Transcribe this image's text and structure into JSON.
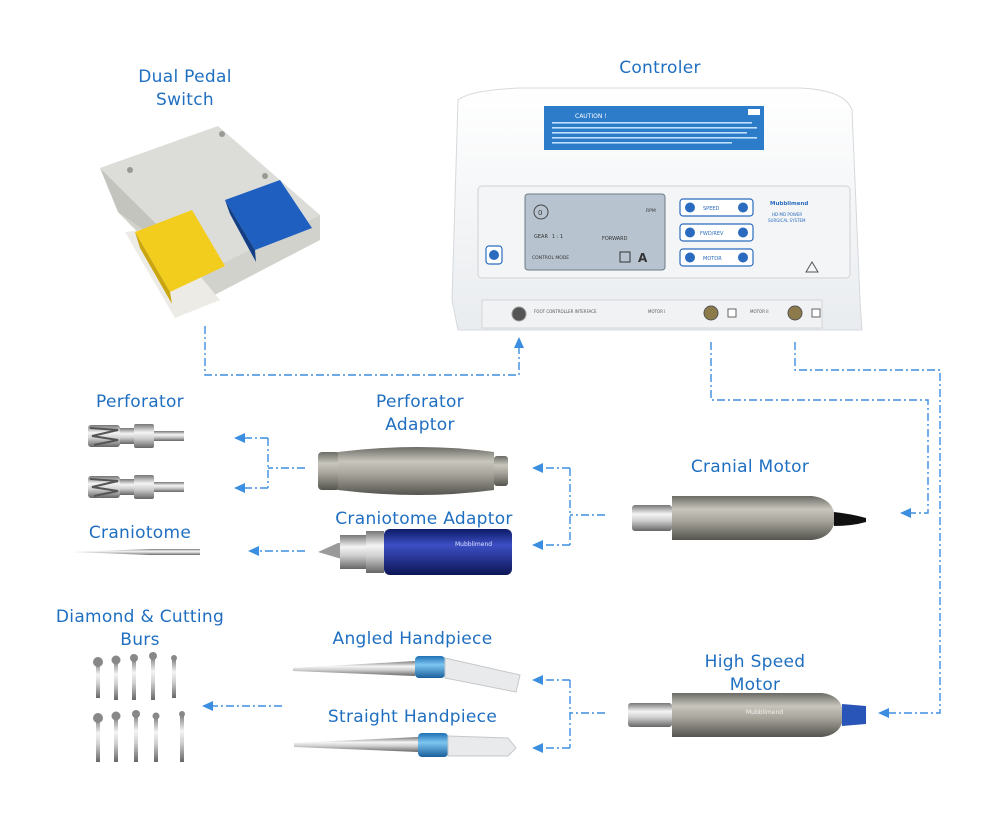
{
  "labels": {
    "dual_pedal_switch": [
      "Dual Pedal",
      "Switch"
    ],
    "controler": "Controler",
    "perforator": "Perforator",
    "perforator_adaptor": [
      "Perforator",
      "Adaptor"
    ],
    "craniotome": "Craniotome",
    "craniotome_adaptor": "Craniotome Adaptor",
    "cranial_motor": "Cranial Motor",
    "diamond_cutting_burs": [
      "Diamond & Cutting",
      "Burs"
    ],
    "angled_handpiece": "Angled Handpiece",
    "straight_handpiece": "Straight Handpiece",
    "high_speed_motor": [
      "High Speed",
      "Motor"
    ]
  },
  "controller_panel": {
    "brand": "Mubblimend",
    "system_name": [
      "HD-MD POWER",
      "SURGICAL SYSTEM"
    ],
    "caution_title": "CAUTION !",
    "speed_btn": "SPEED",
    "fwd_rev_btn": "FWD/REV",
    "motor_btn": "MOTOR",
    "gear_text": "GEAR",
    "gear_value": "1 : 1",
    "forward_text": "FORWARD",
    "rpm_text": "RPM",
    "control_mode": "CONTROL MODE",
    "lcd_zero": "0",
    "lcd_a": "A",
    "foot_port": "FOOT CONTROLLER INTERFACE",
    "motor1_port": "MOTOR I",
    "motor2_port": "MOTOR II"
  },
  "colors": {
    "label": "#1f6fc1",
    "connector": "#3b8ee0",
    "pedal_yellow": "#f2cd1e",
    "pedal_blue": "#1e5fbf",
    "adaptor_blue": "#1a2f9c",
    "handpiece_blue": "#3a9ad9"
  }
}
